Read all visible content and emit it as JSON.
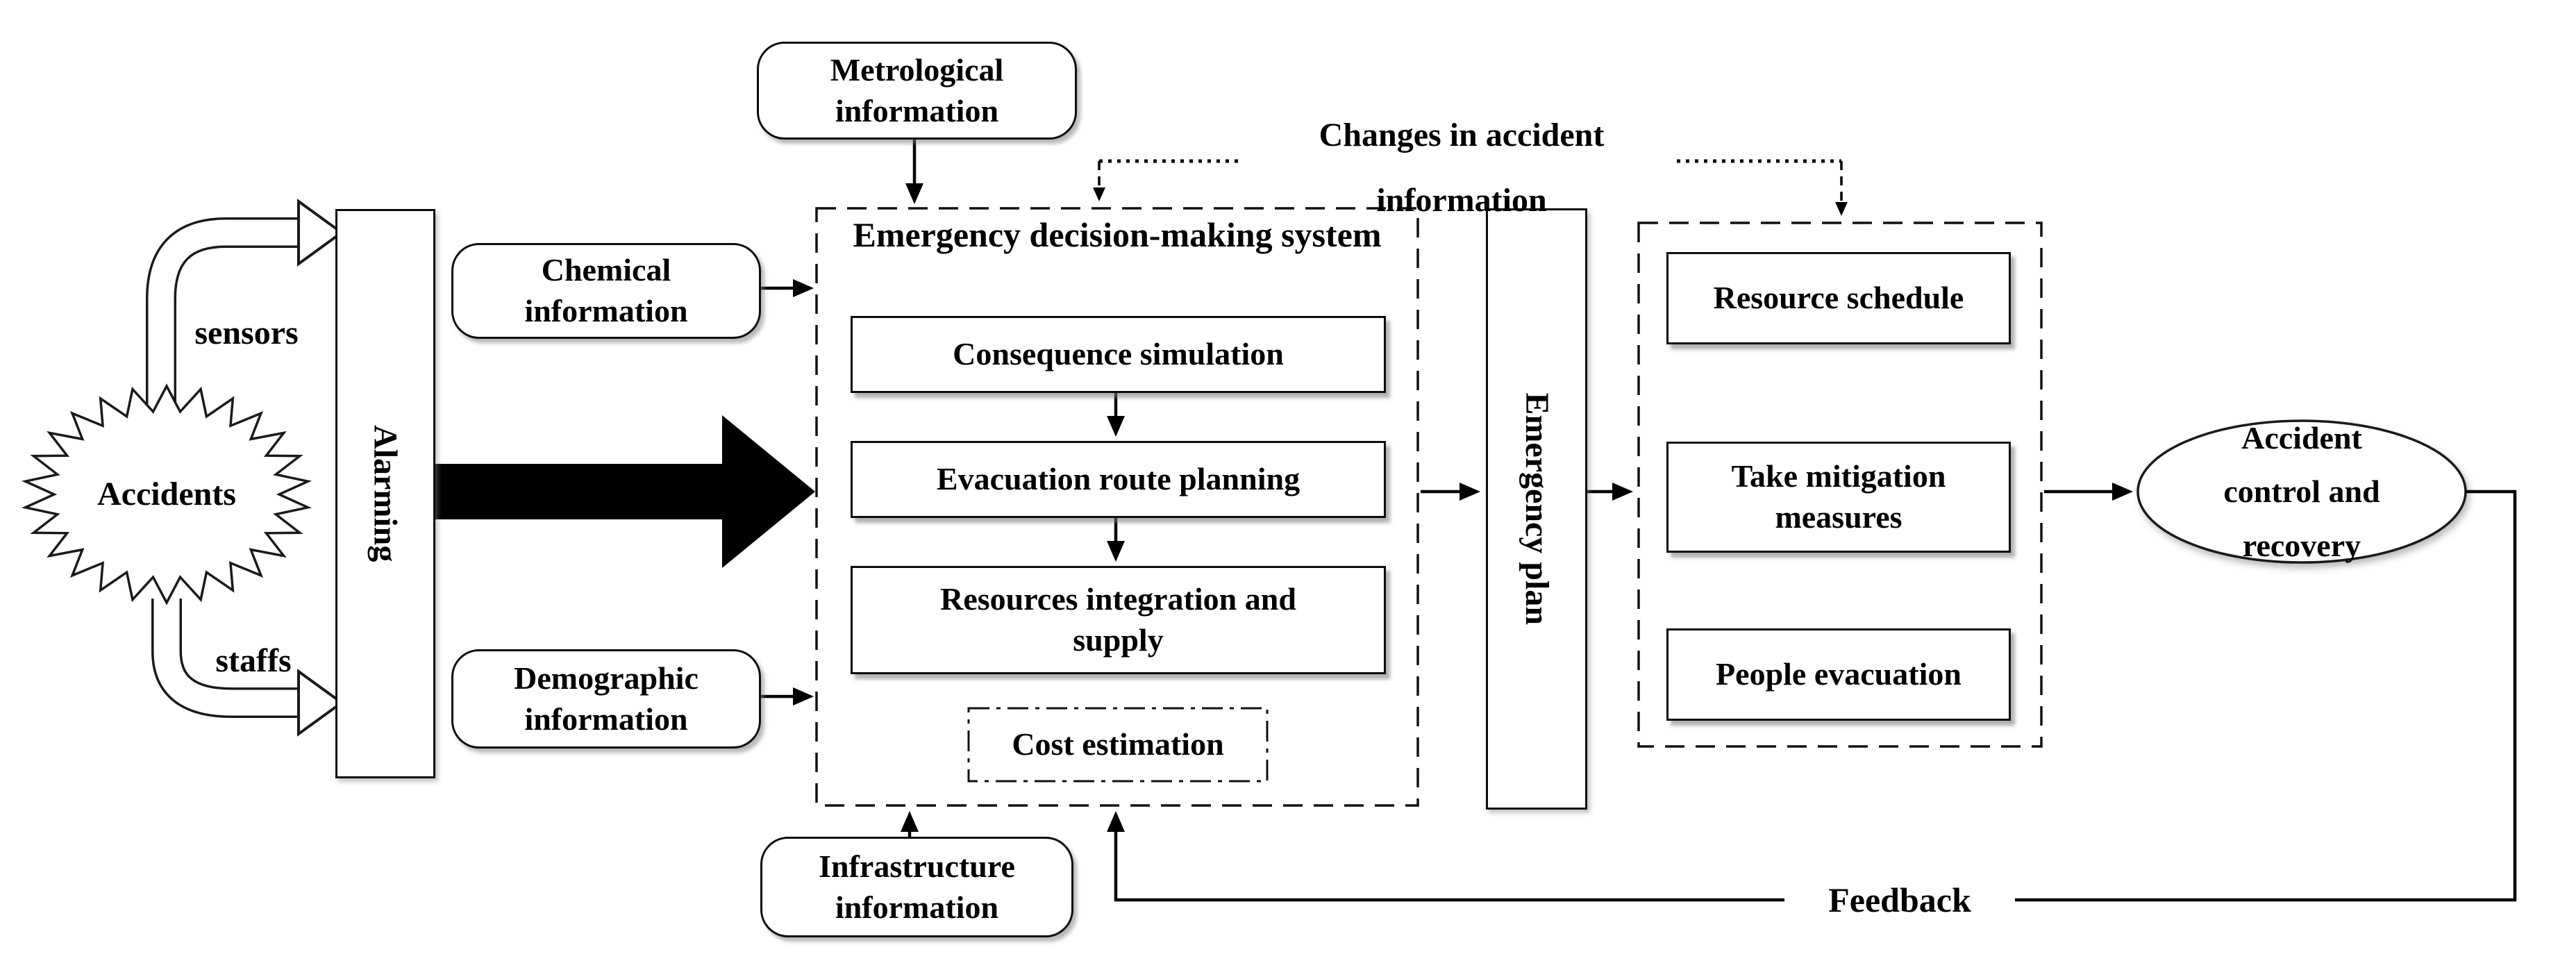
{
  "diagram": {
    "source": {
      "accidents": "Accidents",
      "sensors_label": "sensors",
      "staffs_label": "staffs",
      "alarming": "Alarming"
    },
    "inputs": {
      "metrological": "Metrological\ninformation",
      "chemical": "Chemical\ninformation",
      "demographic": "Demographic\ninformation",
      "infrastructure": "Infrastructure\ninformation"
    },
    "edms": {
      "title": "Emergency decision-making system",
      "steps": [
        "Consequence simulation",
        "Evacuation route planning",
        "Resources integration and\nsupply"
      ],
      "cost_estimation": "Cost estimation"
    },
    "emergency_plan": "Emergency plan",
    "changes_note": "Changes in accident\ninformation",
    "response": {
      "resource_schedule": "Resource schedule",
      "take_mitigation": "Take mitigation\nmeasures",
      "people_evacuation": "People evacuation"
    },
    "outcome": "Accident\ncontrol and\nrecovery",
    "feedback_label": "Feedback"
  },
  "colors": {
    "ink": "#000000",
    "background": "#ffffff"
  }
}
